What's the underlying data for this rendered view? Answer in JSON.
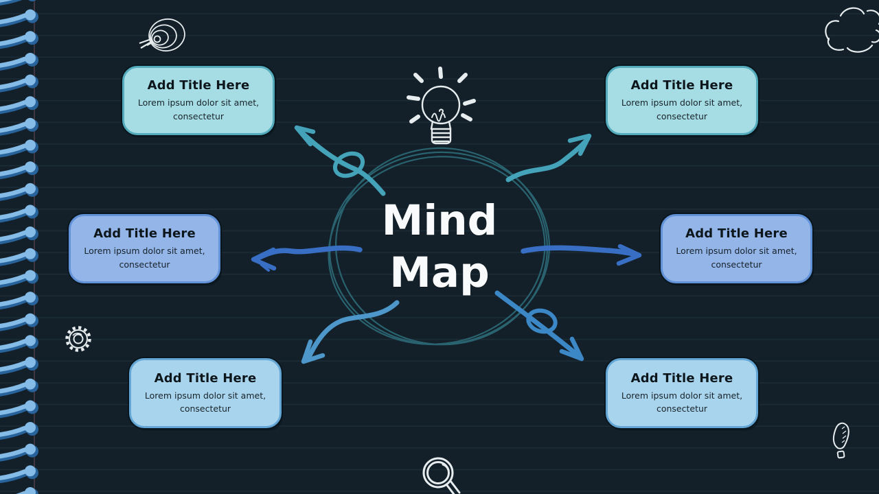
{
  "title": "Mind Map",
  "nodes": [
    {
      "id": "top-left",
      "variant": "cyan",
      "title": "Add Title Here",
      "body": "Lorem ipsum dolor sit amet, consectetur"
    },
    {
      "id": "top-right",
      "variant": "cyan",
      "title": "Add Title Here",
      "body": "Lorem ipsum dolor sit amet, consectetur"
    },
    {
      "id": "middle-left",
      "variant": "blue",
      "title": "Add Title Here",
      "body": "Lorem ipsum dolor sit amet, consectetur"
    },
    {
      "id": "middle-right",
      "variant": "blue",
      "title": "Add Title Here",
      "body": "Lorem ipsum dolor sit amet, consectetur"
    },
    {
      "id": "bottom-left",
      "variant": "lightblue",
      "title": "Add Title Here",
      "body": "Lorem ipsum dolor sit amet, consectetur"
    },
    {
      "id": "bottom-right",
      "variant": "lightblue",
      "title": "Add Title Here",
      "body": "Lorem ipsum dolor sit amet, consectetur"
    }
  ],
  "decorative_icons": [
    "dartboard-icon",
    "lightbulb-icon",
    "cloud-icon",
    "gear-icon",
    "magnifying-glass-icon",
    "exclamation-mark-icon"
  ],
  "colors": {
    "background": "#132029",
    "ruled_line": "#7fb2c917",
    "margin_line": "#c77a8c40",
    "cyan_fill": "#a6dde5",
    "cyan_border": "#53abbc",
    "blue_fill": "#93b5e8",
    "blue_border": "#6292d8",
    "lightblue_fill": "#a9d4ed",
    "lightblue_border": "#64a7d6",
    "node_text": "#0d161b",
    "center_title": "#f8fafb",
    "circle_stroke": "#2a6370",
    "arrow_teal": "#44a2b9",
    "arrow_blue": "#386fc5",
    "arrow_mid_blue": "#3c87c6",
    "arrow_light_blue": "#4d97ca",
    "doodle": "#e7edef",
    "spiral_light": "#84bbe7",
    "spiral_dark": "#29639c"
  }
}
